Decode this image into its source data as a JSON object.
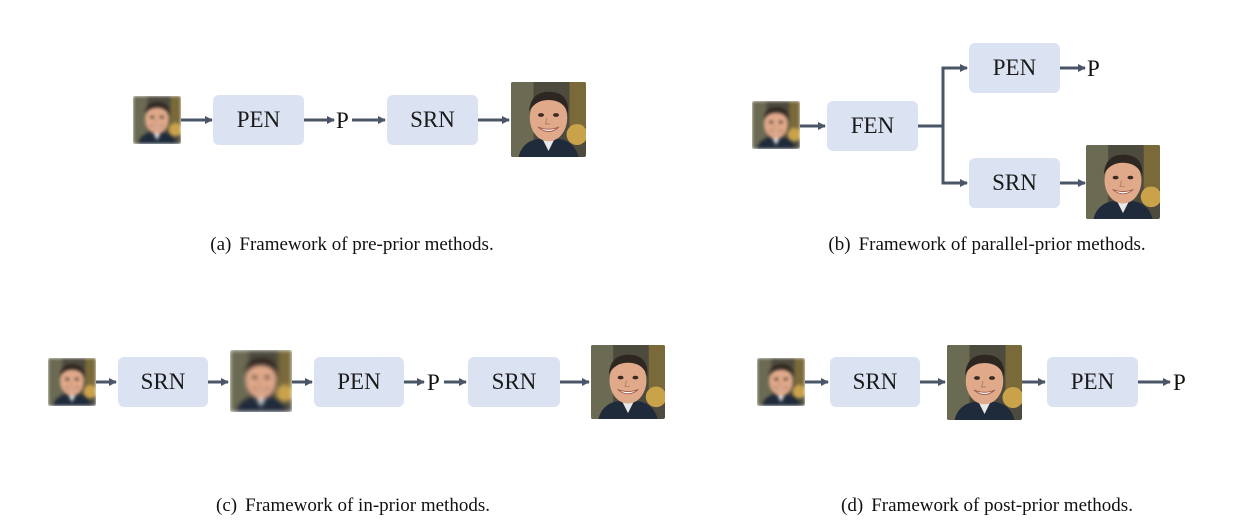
{
  "colors": {
    "node_fill": "#dbe3f2",
    "arrow": "#4a5568"
  },
  "panels": [
    {
      "id": "a",
      "tag": "(a)",
      "caption": "Framework of pre-prior methods.",
      "nodes": [
        "PEN",
        "SRN"
      ],
      "prior_label": "P"
    },
    {
      "id": "b",
      "tag": "(b)",
      "caption": "Framework of parallel-prior methods.",
      "nodes": [
        "FEN",
        "PEN",
        "SRN"
      ],
      "prior_label": "P"
    },
    {
      "id": "c",
      "tag": "(c)",
      "caption": "Framework of in-prior methods.",
      "nodes": [
        "SRN",
        "PEN",
        "SRN"
      ],
      "prior_label": "P"
    },
    {
      "id": "d",
      "tag": "(d)",
      "caption": "Framework of post-prior methods.",
      "nodes": [
        "SRN",
        "PEN"
      ],
      "prior_label": "P"
    }
  ]
}
